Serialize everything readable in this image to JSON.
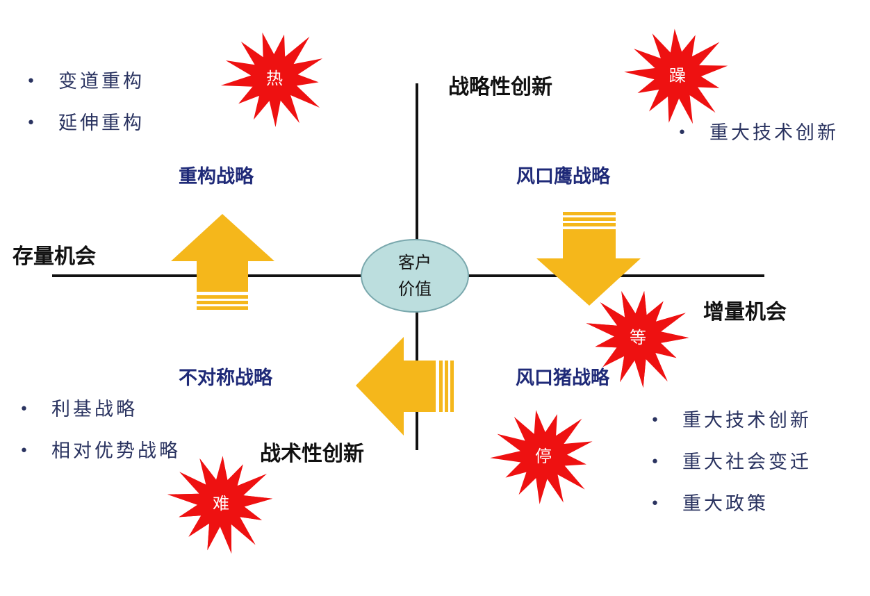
{
  "center": {
    "line1": "客户",
    "line2": "价值"
  },
  "axes": {
    "left": "存量机会",
    "right": "增量机会",
    "top": "战略性创新",
    "bottom": "战术性创新"
  },
  "quadrants": {
    "top_left": {
      "strategy": "重构战略",
      "bullets": [
        "变道重构",
        "延伸重构"
      ]
    },
    "top_right": {
      "strategy": "风口鹰战略",
      "bullets": [
        "重大技术创新"
      ]
    },
    "bottom_left": {
      "strategy": "不对称战略",
      "bullets": [
        "利基战略",
        "相对优势战略"
      ]
    },
    "bottom_right": {
      "strategy": "风口猪战略",
      "bullets": [
        "重大技术创新",
        "重大社会变迁",
        "重大政策"
      ]
    }
  },
  "bursts": {
    "hot": "热",
    "restless": "躁",
    "wait": "等",
    "stop": "停",
    "hard": "难"
  },
  "colors": {
    "burst": "#ee1111",
    "arrow": "#f5b71b",
    "ellipse": "#bcdede",
    "axis": "#111111",
    "strategy_text": "#1f2a78"
  }
}
